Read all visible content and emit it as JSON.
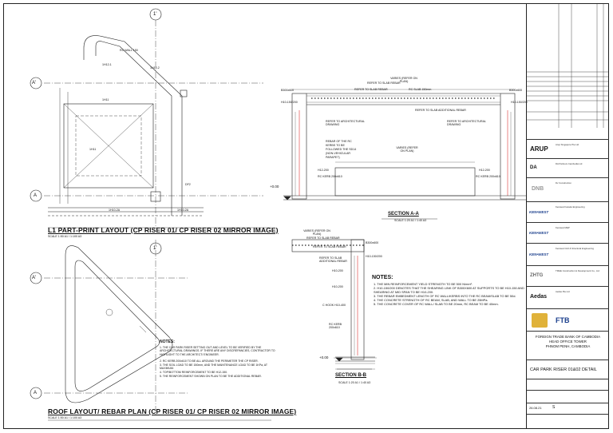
{
  "plan1": {
    "title": "L1 PART-PRINT LAYOUT (CP RISER 01/ CP RISER 02 MIRROR IMAGE)",
    "scale": "SCALE 1:50 A1 / 1:100 A3",
    "grid_top": "1'",
    "grid_left_top": "A'",
    "grid_left_bottom": "A",
    "labels": [
      "1H12-1",
      "1H12-2",
      "1H11",
      "1H11",
      "1H10-2A",
      "1H10-2A",
      "DF2",
      "RC WALL 150"
    ]
  },
  "plan2": {
    "title": "ROOF LAYOUT/ REBAR PLAN (CP RISER 01/ CP RISER 02 MIRROR IMAGE)",
    "scale": "SCALE 1:50 A1 / 1:100 A3",
    "grid_top": "1'",
    "grid_left_top": "A'",
    "grid_left_bottom": "A",
    "notes_title": "NOTES:",
    "notes": [
      "1. THE CAR PARK RISER SETTING OUT AND LEVEL TO BE VERIFIED BY THE ARCHITECTURAL DRAWINGS. IF THERE ARE ANY DISCREPANCIES, CONTRACTOR TO HIGHLIGHT TO THE ARCHITECT/ ENGINEER.",
      "2. RC KERB 200x610 TO BE ALL AROUND THE PERIMETER THE CP RISER.",
      "3. THE SOIL LOAD TO BE 150mm, AND THE MAINTENANCE LOAD TO BE 1KPa, AT MAXIMUM.",
      "4. TOP/BOTTOM REINFORCEMENT TO BE H12-150.",
      "5. THE REINFORCEMENT SHOWN ON PLAN TO BE THE ADDITIONAL REBAR."
    ]
  },
  "sectionA": {
    "title": "SECTION A-A",
    "scale": "SCALE 1:20 A1 / 1:40 A3",
    "labels": {
      "varies_top": "VARIES (REFER ON PLAN)",
      "refer_slab_rebar_1": "REFER TO SLAB REBAR",
      "refer_slab_rebar_2": "REFER TO SLAB REBAR",
      "rc_slab": "RC SLAB 150mm",
      "refer_additional": "REFER TO SLAB ADDITIONAL REBAR",
      "refer_arch_left": "REFER TO ARCHITECTURAL DRAWING",
      "refer_arch_right": "REFER TO ARCHITECTURAL DRAWING",
      "kerb_note": "REBAR OF THE RC KERBS TO BE FOLLOWED THE SD14 (NON-VEHICULAR PARAPET)",
      "varies_mid": "VARIES (REFER ON PLAN)",
      "level": "+0.00",
      "kerb_left": "RC KERB 200x610",
      "kerb_right": "RC KERB 200x610",
      "bar1": "H12-200",
      "bar2": "H12-200",
      "top_l": "B300x600",
      "top_r": "B300x600",
      "h10": "H10-150/200",
      "h10r": "H10-150/200"
    }
  },
  "sectionB": {
    "title": "SECTION B-B",
    "scale": "SCALE 1:20 A1 / 1:40 A3",
    "labels": {
      "varies": "VARIES (REFER ON PLAN)",
      "refer1": "REFER TO SLAB REBAR",
      "refer2": "REFER TO SLAB REBAR",
      "refer3": "REFER TO SLAB ADDITIONAL REBAR",
      "b300": "B300x600",
      "h10": "H10-150/200",
      "h10_200a": "H10-200",
      "h10_200b": "H10-200",
      "chook": "C HOOK H10-400",
      "kerb": "RC KERB 200x610",
      "level": "+0.00"
    }
  },
  "notes": {
    "title": "NOTES:",
    "items": [
      "1. THE MIN REINFORCEMENT YIELD STRENGTH TO BE 500 N/mm².",
      "2. H10-150/200 DENOTES THAT THE SHEARING LINK OF B300X600 AT SUPPORTS TO BE H10-150 AND SHEARING AT MID SPAN TO BE H10-200.",
      "3. THE REBAR EMBEDMENT LENGTH OF RC WALL/KERBS INTO THE RC BEAM/SLAB TO BE 50d.",
      "4. THE CONCRETE STRENGTH OF RC BEAM, SLAB, AND WALL TO BE 25MPa.",
      "5. THE CONCRETE COVER OF RC WALL/ SLAB TO BE 20mm, RC BEAM TO BE 40mm."
    ]
  },
  "titleblock": {
    "firms": [
      {
        "logo": "ARUP",
        "text": "Arup Singapore Pte Ltd"
      },
      {
        "logo": "DA",
        "text": "DA Partners Cambodia Ltd"
      },
      {
        "logo": "DNB",
        "text": "Dv Construction"
      },
      {
        "logo": "KEN•WEST",
        "text": "Kenwest Facade Engineering"
      },
      {
        "logo": "KEN•WEST",
        "text": "Kenwest MEP"
      },
      {
        "logo": "KEN•WEST",
        "text": "Kenwest Civil & Structural Engineering"
      },
      {
        "logo": "ZHTG",
        "text": "TMHE Construction & Development Co., Ltd"
      },
      {
        "logo": "Aedas",
        "text": "Aedas Pte Ltd"
      },
      {
        "logo": "FTB",
        "text": "FTB"
      }
    ],
    "project": [
      "FOREIGN TRADE BANK OF CAMBODIA",
      "HEAD OFFICE TOWER",
      "PHNOM PENH, CAMBODIA"
    ],
    "drawing_title": "CAR PARK RISER 01&02 DETAIL",
    "revision_date": "26.08.21",
    "revision_code": "S"
  }
}
